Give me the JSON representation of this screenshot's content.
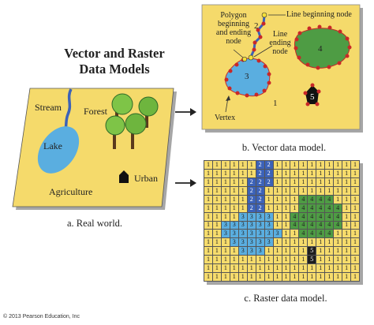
{
  "title": "Vector and Raster Data Models",
  "copyright": "© 2013 Pearson Education, Inc",
  "real_world": {
    "caption": "a. Real world.",
    "labels": {
      "stream": "Stream",
      "forest": "Forest",
      "lake": "Lake",
      "urban": "Urban",
      "agriculture": "Agriculture"
    }
  },
  "vector": {
    "caption": "b. Vector data model.",
    "labels": {
      "polygon_nodes": [
        "Polygon",
        "beginning",
        "and ending",
        "node"
      ],
      "line_beginning_node": "Line beginning node",
      "line_ending_node": [
        "Line",
        "ending",
        "node"
      ],
      "vertex": "Vertex"
    },
    "ids": {
      "background": "1",
      "stream": "2",
      "lake": "3",
      "forest": "4",
      "urban": "5"
    }
  },
  "raster": {
    "caption": "c. Raster data model.",
    "grid": [
      "111111221111111111",
      "111111221111111111",
      "111112221111111111",
      "111112211111111111",
      "111112211114444111",
      "111112211114444411",
      "111133331144444411",
      "113333331144444411",
      "113333333114444111",
      "111333331111111111",
      "111133311111511111",
      "111111111111511111",
      "111111111111111111",
      "111111111111111111"
    ],
    "cell_colors": {
      "1": "#f6dc6c",
      "2": "#3c62b8",
      "3": "#5aaee0",
      "4": "#4e9c44",
      "5": "#1e1e1e"
    }
  },
  "colors": {
    "land": "#f5da6b",
    "lake": "#5aaee0",
    "stream": "#3c62b8",
    "forest": "#4e9c44",
    "node": "#c82828",
    "node_yellow": "#f3df3a"
  }
}
